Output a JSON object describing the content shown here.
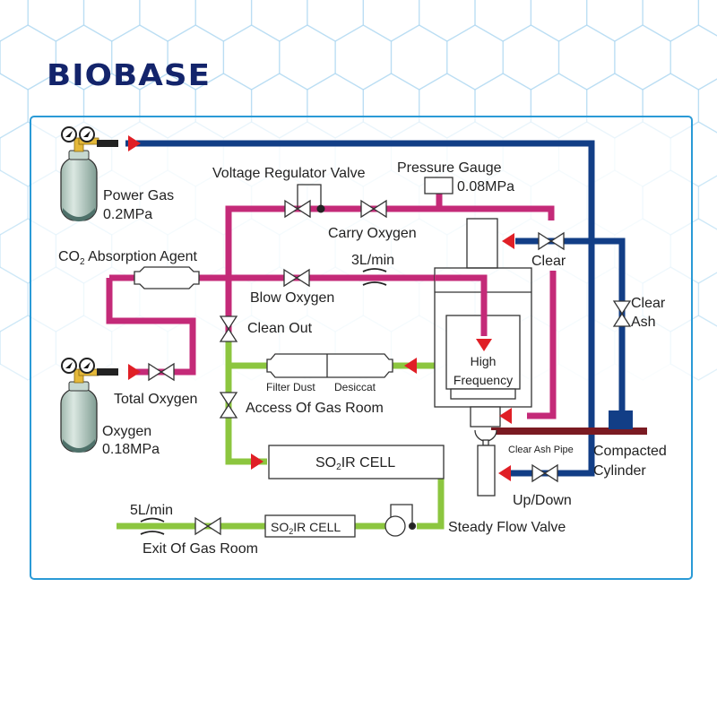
{
  "brand": {
    "name": "BIOBASE",
    "color": "#13246b"
  },
  "colors": {
    "power_gas_line": "#123e86",
    "oxygen_line": "#c42a78",
    "sample_line": "#8cc63f",
    "ash_pipe": "#7a1a22",
    "arrow": "#e01f26",
    "frame": "#2a9ad6"
  },
  "components": {
    "power_gas": {
      "name": "Power Gas",
      "pressure": "0.2MPa"
    },
    "oxygen": {
      "name": "Oxygen",
      "pressure": "0.18MPa"
    },
    "co2_absorption_agent": {
      "prefix": "CO",
      "subscript": "2",
      "suffix": " Absorption Agent"
    },
    "voltage_regulator_valve": "Voltage Regulator Valve",
    "pressure_gauge": {
      "name": "Pressure Gauge",
      "value": "0.08MPa"
    },
    "carry_oxygen": "Carry Oxygen",
    "flow_3": "3L/min",
    "blow_oxygen": "Blow Oxygen",
    "clean_out": "Clean Out",
    "total_oxygen": "Total Oxygen",
    "filter_dust": "Filter Dust",
    "desiccat": "Desiccat",
    "access_gas_room": "Access Of Gas Room",
    "so2_cell_main": {
      "prefix": "SO",
      "subscript": "2",
      "suffix": "IR CELL"
    },
    "so2_cell_small": {
      "prefix": "SO",
      "subscript": "2",
      "suffix": "IR CELL"
    },
    "flow_5": "5L/min",
    "exit_gas_room": "Exit Of Gas Room",
    "steady_flow_valve": "Steady Flow Valve",
    "high_frequency": {
      "line1": "High",
      "line2": "Frequency"
    },
    "clear": "Clear",
    "clear_ash": {
      "line1": "Clear",
      "line2": "Ash"
    },
    "clear_ash_pipe": "Clear Ash Pipe",
    "compacted_cylinder": {
      "line1": "Compacted",
      "line2": "Cylinder"
    },
    "up_down": "Up/Down"
  }
}
